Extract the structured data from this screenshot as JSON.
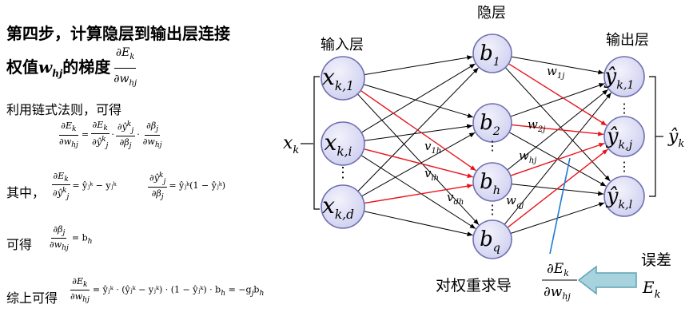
{
  "left": {
    "title_line1": "第四步，计算隐层到输出层连接",
    "title_line2_prefix": "权值",
    "title_w": "w",
    "title_w_sub": "hj",
    "title_mid": "的梯度",
    "title_frac_num": "∂E",
    "title_frac_num_sub": "k",
    "title_frac_den": "∂w",
    "title_frac_den_sub": "hj",
    "chain_label": "利用链式法则，可得",
    "eq1": {
      "lhs_num": "∂E",
      "lhs_num_sub": "k",
      "lhs_den": "∂w",
      "lhs_den_sub": "hj",
      "f1_num": "∂E",
      "f1_num_sub": "k",
      "f1_den": "∂ŷ",
      "f1_den_sup": "k",
      "f1_den_sub": "j",
      "f2_num": "∂ŷ",
      "f2_num_sup": "k",
      "f2_num_sub": "j",
      "f2_den": "∂β",
      "f2_den_sub": "j",
      "f3_num": "∂β",
      "f3_num_sub": "j",
      "f3_den": "∂w",
      "f3_den_sub": "hj"
    },
    "among_label": "其中，",
    "eq2a_rhs": "= ŷⱼᵏ − yⱼᵏ",
    "eq2b_rhs": "= ŷⱼᵏ(1 − ŷⱼᵏ)",
    "obtain_label": "可得",
    "eq3_rhs": "= b",
    "eq3_rhs_sub": "h",
    "summary_label": "综上可得",
    "eq4_rhs": "= ŷⱼᵏ · (ŷⱼᵏ − yⱼᵏ) · (1 − ŷⱼᵏ) · b",
    "eq4_rhs_sub": "h",
    "eq4_tail": " = −g",
    "eq4_tail_sub": "j",
    "eq4_tail2": "b",
    "eq4_tail2_sub": "h"
  },
  "diagram": {
    "input_layer_label": "输入层",
    "hidden_layer_label": "隐层",
    "output_layer_label": "输出层",
    "input_vector_label": "x",
    "input_vector_sub": "k",
    "output_vector_label": "ŷ",
    "output_vector_sub": "k",
    "input_nodes": [
      {
        "main": "x",
        "sub": "k,1"
      },
      {
        "main": "x",
        "sub": "k,i"
      },
      {
        "main": "x",
        "sub": "k,d"
      }
    ],
    "hidden_nodes": [
      {
        "main": "b",
        "sub": "1"
      },
      {
        "main": "b",
        "sub": "2"
      },
      {
        "main": "b",
        "sub": "h"
      },
      {
        "main": "b",
        "sub": "q"
      }
    ],
    "output_nodes": [
      {
        "main": "ŷ",
        "sub": "k,1"
      },
      {
        "main": "ŷ",
        "sub": "k,j"
      },
      {
        "main": "ŷ",
        "sub": "k,l"
      }
    ],
    "weight_labels": {
      "v1h": {
        "main": "v",
        "sub": "1h"
      },
      "vih": {
        "main": "v",
        "sub": "ih"
      },
      "vdh": {
        "main": "v",
        "sub": "dh"
      },
      "w1j": {
        "main": "w",
        "sub": "1j"
      },
      "w2j": {
        "main": "w",
        "sub": "2j"
      },
      "whj": {
        "main": "w",
        "sub": "hj"
      },
      "wqj": {
        "main": "w",
        "sub": "qj"
      }
    },
    "ellipsis": "⋮",
    "derivative_label": "对权重求导",
    "deriv_num": "∂E",
    "deriv_num_sub": "k",
    "deriv_den": "∂w",
    "deriv_den_sub": "hj",
    "error_label": "误差",
    "error_symbol": "E",
    "error_sub": "k",
    "colors": {
      "node_fill": "#d9d9f3",
      "node_stroke": "#6f6fb0",
      "edge_black": "#000000",
      "edge_red": "#e8141c",
      "blue_line": "#1f7bd1",
      "arrow_fill": "#a7d3de",
      "arrow_stroke": "#5fa3b3"
    }
  }
}
